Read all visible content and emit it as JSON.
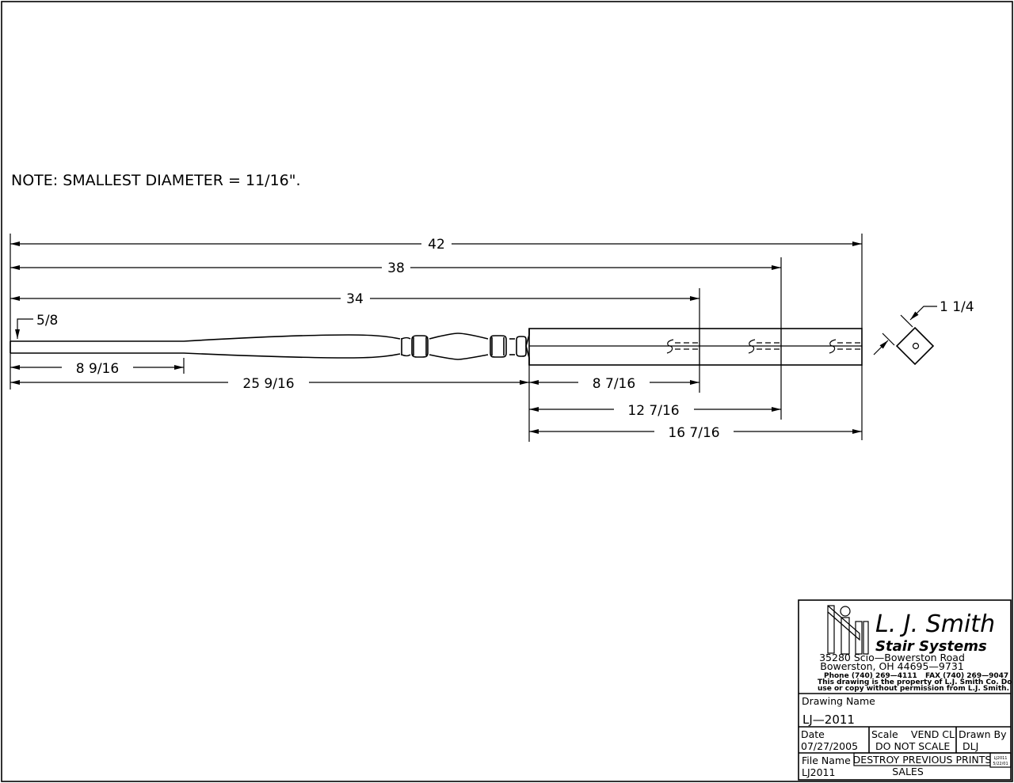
{
  "note": "NOTE:  SMALLEST  DIAMETER  =  11/16\".",
  "dimensions": {
    "overall_42": "42",
    "d38": "38",
    "d34": "34",
    "bottom_dia": "5/8",
    "d8_9_16": "8  9/16",
    "d25_9_16": "25  9/16",
    "d8_7_16": "8  7/16",
    "d12_7_16": "12  7/16",
    "d16_7_16": "16  7/16",
    "square": "1  1/4"
  },
  "title_block": {
    "company_line1": "L. J. Smith",
    "company_line2": "Stair Systems",
    "address1": "35280 Scio—Bowerston Road",
    "address2": "Bowerston, OH 44695—9731",
    "phone": "Phone (740) 269—4111",
    "fax": "FAX (740) 269—9047",
    "notice1": "This drawing is the property of L.J. Smith Co. Do not",
    "notice2": "use or copy without permission from L.J. Smith.",
    "drawing_name_label": "Drawing Name",
    "drawing_name": "LJ—2011",
    "date_label": "Date",
    "date": "07/27/2005",
    "scale_label": "Scale",
    "scale_extra": "VEND CL",
    "scale_value": "DO NOT SCALE",
    "drawn_by_label": "Drawn By",
    "drawn_by": "DLJ",
    "file_name_label": "File Name",
    "file_name": "LJ2011",
    "destroy": "DESTROY PREVIOUS PRINTS",
    "sales": "SALES",
    "stamp1": "LJ2011",
    "stamp2": "5/22/01"
  }
}
